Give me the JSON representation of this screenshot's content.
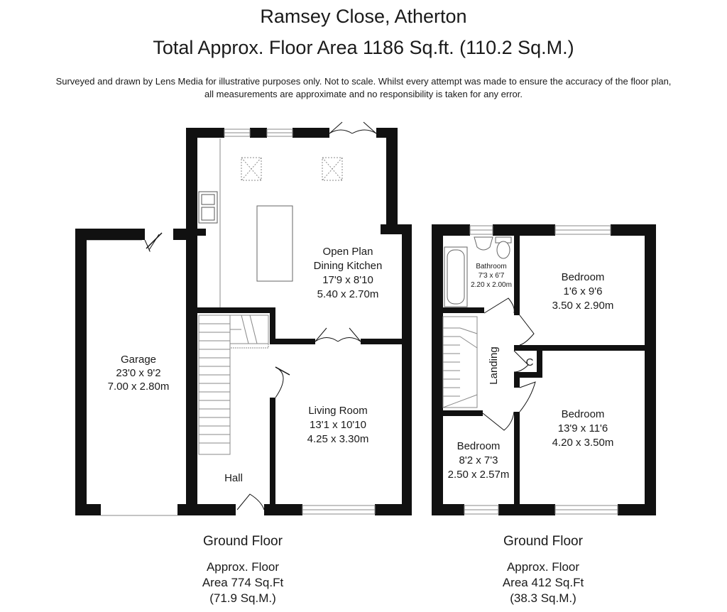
{
  "header": {
    "title_line1": "Ramsey Close, Atherton",
    "title_line2": "Total Approx. Floor Area 1186 Sq.ft. (110.2 Sq.M.)",
    "disclaimer_line1": "Surveyed and drawn by Lens Media for illustrative purposes only. Not to scale. Whilst every attempt was made to ensure the accuracy of the floor plan,",
    "disclaimer_line2": "all measurements are approximate and no responsibility is taken for any error."
  },
  "rooms": {
    "garage": {
      "name": "Garage",
      "imperial": "23'0 x 9'2",
      "metric": "7.00 x 2.80m"
    },
    "kitchen": {
      "name_line1": "Open Plan",
      "name_line2": "Dining Kitchen",
      "imperial": "17'9 x 8'10",
      "metric": "5.40 x 2.70m"
    },
    "living": {
      "name": "Living Room",
      "imperial": "13'1 x 10'10",
      "metric": "4.25 x 3.30m"
    },
    "hall": {
      "name": "Hall"
    },
    "bathroom": {
      "name": "Bathroom",
      "imperial": "7'3 x 6'7",
      "metric": "2.20 x 2.00m"
    },
    "bedroom_1": {
      "name": "Bedroom",
      "imperial": "1'6 x 9'6",
      "metric": "3.50 x 2.90m"
    },
    "landing": {
      "name": "Landing"
    },
    "cupboard": {
      "name": "C"
    },
    "bedroom_2": {
      "name": "Bedroom",
      "imperial": "13'9 x 11'6",
      "metric": "4.20 x 3.50m"
    },
    "bedroom_3": {
      "name": "Bedroom",
      "imperial": "8'2 x 7'3",
      "metric": "2.50 x 2.57m"
    }
  },
  "floors": {
    "left": {
      "name": "Ground Floor",
      "area_line1": "Approx. Floor",
      "area_line2": "Area 774 Sq.Ft",
      "area_line3": "(71.9 Sq.M.)"
    },
    "right": {
      "name": "Ground Floor",
      "area_line1": "Approx. Floor",
      "area_line2": "Area 412 Sq.Ft",
      "area_line3": "(38.3 Sq.M.)"
    }
  },
  "colors": {
    "wall": "#111111",
    "line": "#8a8a8a",
    "text": "#1a1a1a"
  }
}
